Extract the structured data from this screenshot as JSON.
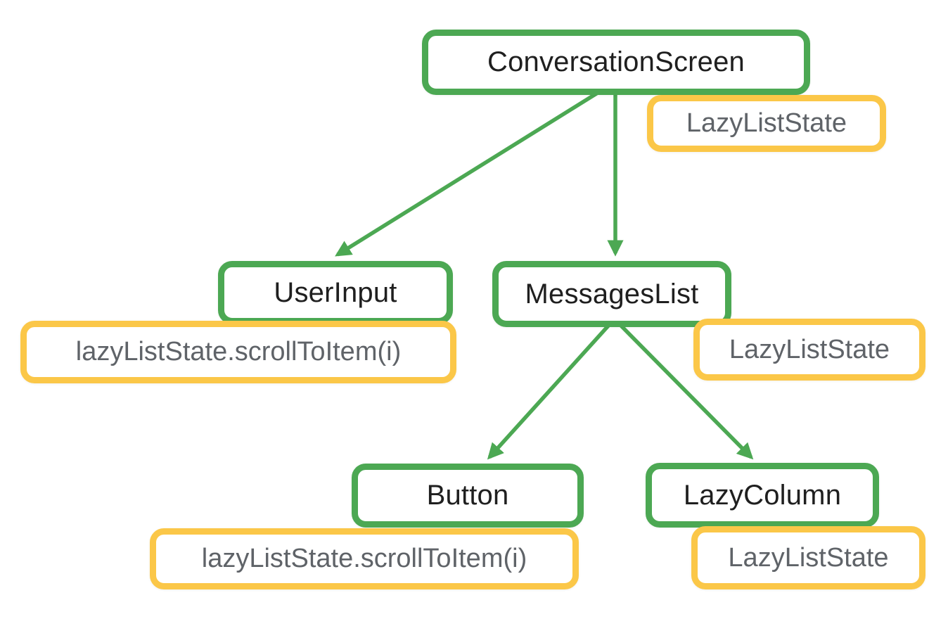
{
  "diagram": {
    "description": "Component tree with hoisted state (Jetpack Compose style diagram)",
    "colors": {
      "green": "#4CA853",
      "yellow": "#FBC748",
      "node-text": "#1f1f1f",
      "state-text": "#5f6368",
      "bg": "#ffffff"
    },
    "nodes": [
      {
        "id": "conversation-screen",
        "label": "ConversationScreen"
      },
      {
        "id": "user-input",
        "label": "UserInput"
      },
      {
        "id": "messages-list",
        "label": "MessagesList"
      },
      {
        "id": "button",
        "label": "Button"
      },
      {
        "id": "lazy-column",
        "label": "LazyColumn"
      }
    ],
    "states": [
      {
        "attached_to": "conversation-screen",
        "label": "LazyListState"
      },
      {
        "attached_to": "user-input",
        "label": "lazyListState.scrollToItem(i)"
      },
      {
        "attached_to": "messages-list",
        "label": "LazyListState"
      },
      {
        "attached_to": "button",
        "label": "lazyListState.scrollToItem(i)"
      },
      {
        "attached_to": "lazy-column",
        "label": "LazyListState"
      }
    ],
    "edges": [
      {
        "from": "conversation-screen",
        "to": "user-input"
      },
      {
        "from": "conversation-screen",
        "to": "messages-list"
      },
      {
        "from": "messages-list",
        "to": "button"
      },
      {
        "from": "messages-list",
        "to": "lazy-column"
      }
    ]
  }
}
